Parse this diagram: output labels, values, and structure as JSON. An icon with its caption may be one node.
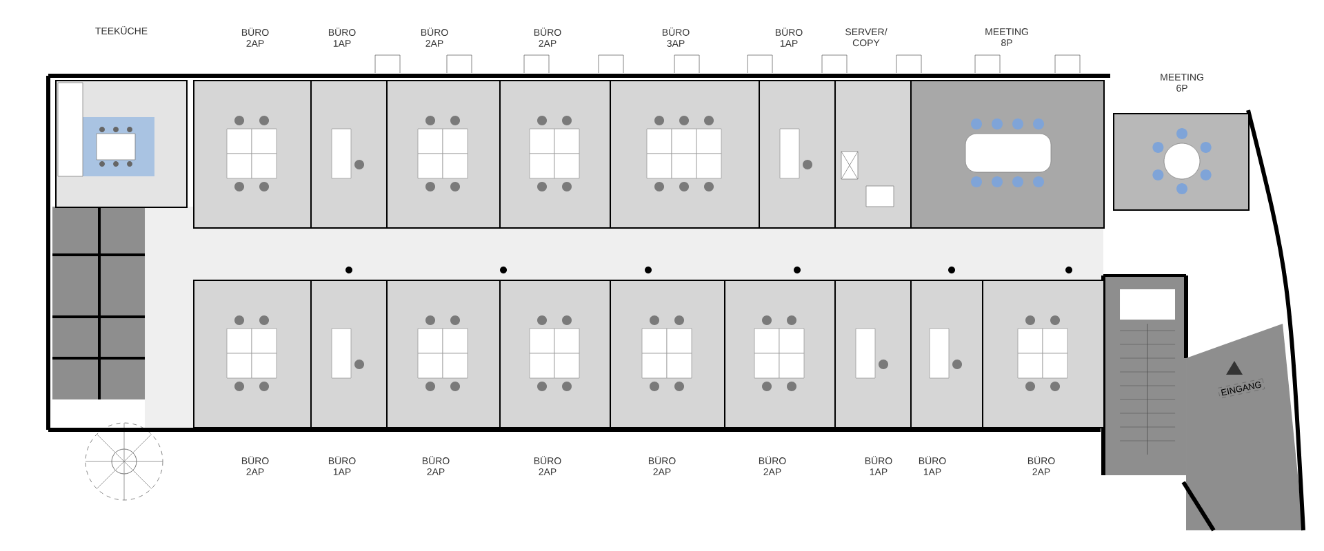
{
  "diagram": {
    "nodes": [
      {
        "text": [
          "TEEKÜCHE"
        ]
      },
      {
        "text": [
          "BÜRO 2AP"
        ]
      },
      {
        "text": [
          "BÜRO 1AP"
        ]
      },
      {
        "text": [
          "BÜRO 2AP"
        ]
      },
      {
        "text": [
          "BÜRO 2AP"
        ]
      },
      {
        "text": [
          "BÜRO 3AP"
        ]
      },
      {
        "text": [
          "BÜRO 1AP"
        ]
      },
      {
        "text": [
          "SERVER/ COPY"
        ]
      },
      {
        "text": [
          "MEETING 8P"
        ]
      },
      {
        "text": [
          "MEETING 6P"
        ]
      },
      {
        "text": [
          "BÜRO 2AP"
        ]
      },
      {
        "text": [
          "BÜRO 1AP"
        ]
      },
      {
        "text": [
          "BÜRO 2AP"
        ]
      },
      {
        "text": [
          "BÜRO 2AP"
        ]
      },
      {
        "text": [
          "BÜRO 2AP"
        ]
      },
      {
        "text": [
          "BÜRO 2AP"
        ]
      },
      {
        "text": [
          "BÜRO 1AP"
        ]
      },
      {
        "text": [
          "BÜRO 1AP"
        ]
      },
      {
        "text": [
          "BÜRO 2AP"
        ]
      }
    ],
    "labels": [
      "EINGANG"
    ]
  }
}
